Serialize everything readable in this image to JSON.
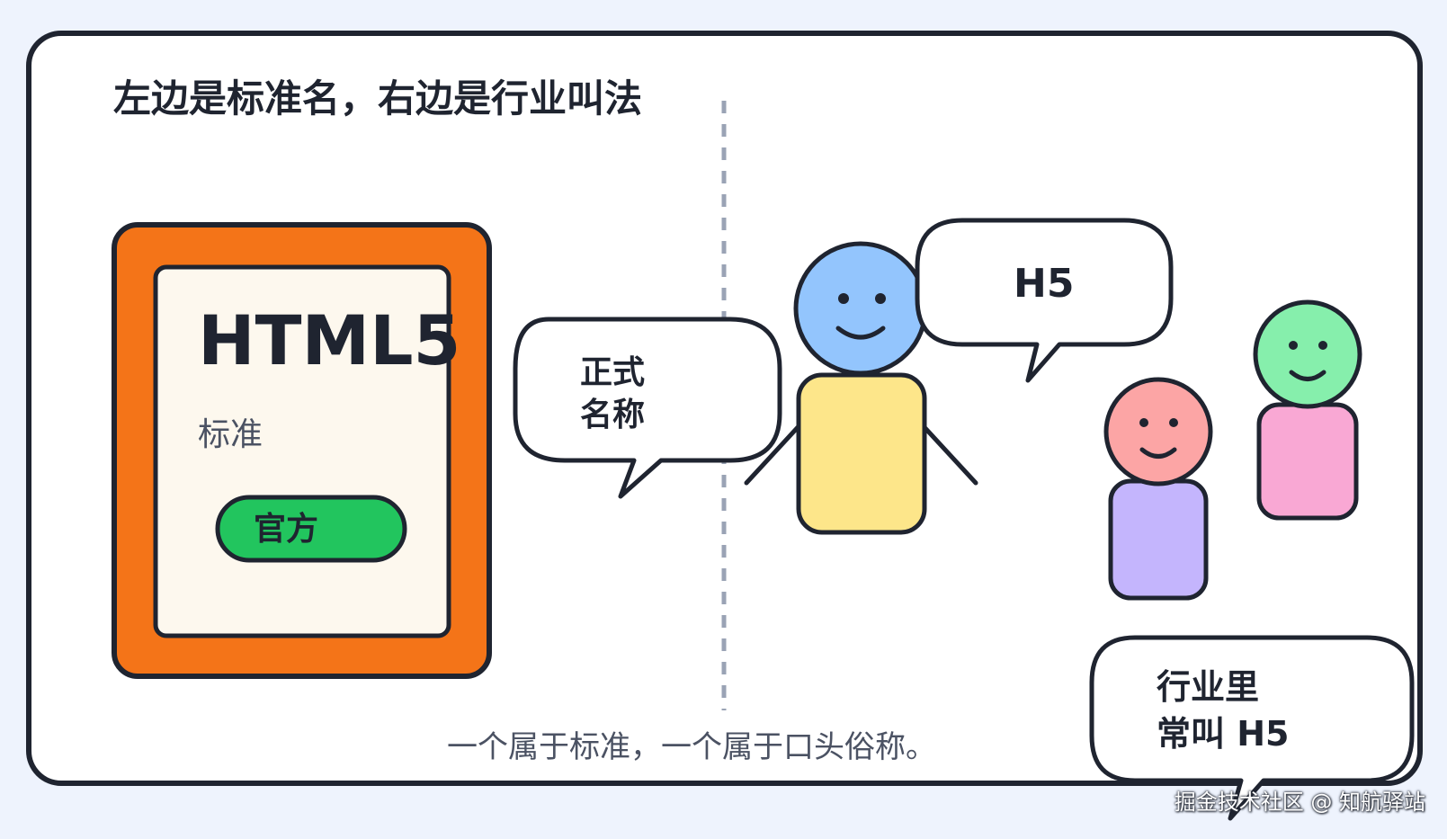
{
  "title": "左边是标准名，右边是行业叫法",
  "standard_card": {
    "name": "HTML5",
    "subtitle": "标准",
    "badge": "官方"
  },
  "bubble_formal": {
    "line1": "正式",
    "line2": "名称"
  },
  "bubble_h5": {
    "text": "H5"
  },
  "bubble_industry": {
    "line1": "行业里",
    "line2": "常叫 H5"
  },
  "caption": "一个属于标准，一个属于口头俗称。",
  "watermark": "掘金技术社区 @ 知航驿站",
  "colors": {
    "background": "#eef3fd",
    "card_outer": "#f47418",
    "card_inner": "#fdf8ee",
    "badge": "#22c55e",
    "divider": "#9aa3b5",
    "person1_head": "#93c5fd",
    "person1_body": "#fde68a",
    "person2_head": "#fca5a5",
    "person2_body": "#c4b5fd",
    "person3_head": "#86efac",
    "person3_body": "#f9a8d4",
    "stroke": "#1f2430"
  }
}
